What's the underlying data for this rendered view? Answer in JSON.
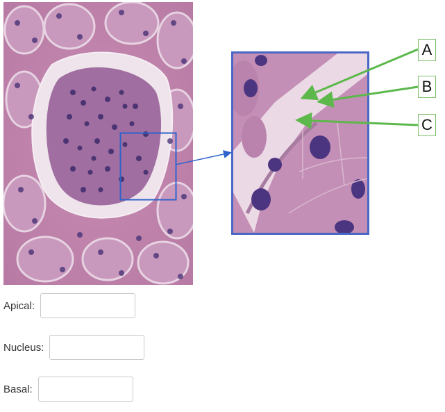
{
  "images": {
    "micrograph_icon": "kidney-histology-icon",
    "zoom_icon": "zoomed-tubule-cells-icon"
  },
  "labels": [
    "A",
    "B",
    "C"
  ],
  "form": {
    "apical": {
      "label": "Apical:",
      "value": ""
    },
    "nucleus": {
      "label": "Nucleus:",
      "value": ""
    },
    "basal": {
      "label": "Basal:",
      "value": ""
    }
  },
  "colors": {
    "highlight_box": "#2e63c9",
    "arrow_green": "#5cb84b",
    "zoom_border": "#4a67c6"
  }
}
